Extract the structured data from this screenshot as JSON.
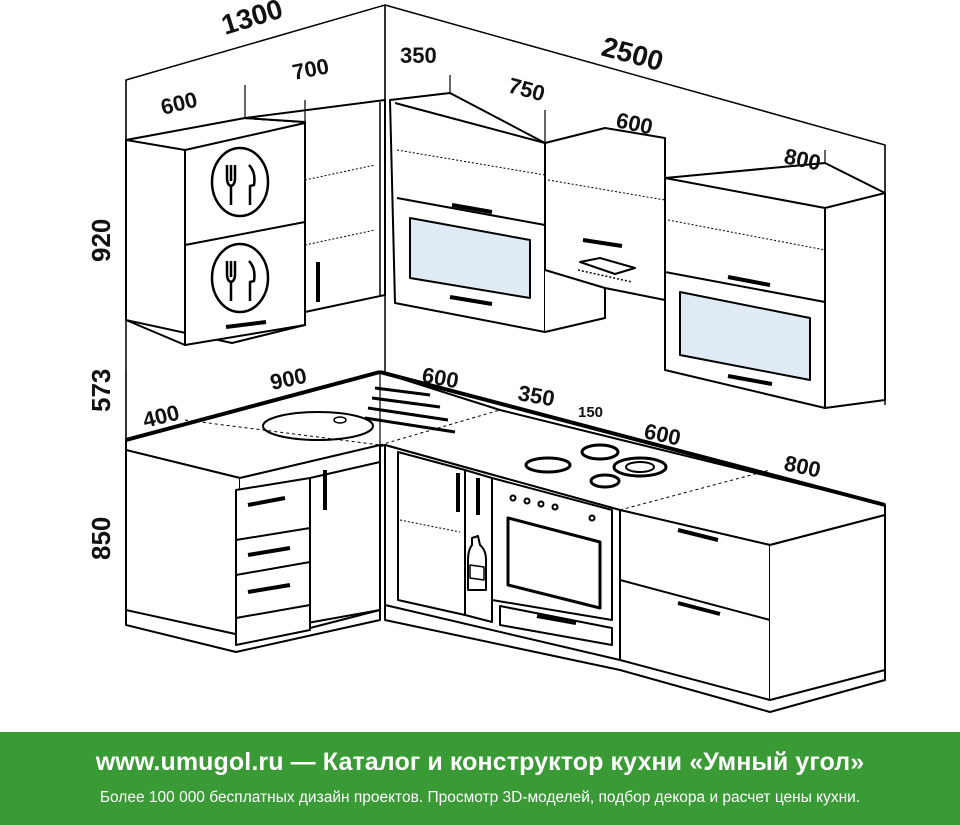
{
  "dimensions": {
    "total_left_width": "1300",
    "total_back_width": "2500",
    "upper_left_600": "600",
    "upper_left_700": "700",
    "upper_back_350": "350",
    "upper_back_750": "750",
    "upper_back_600": "600",
    "upper_back_800": "800",
    "upper_height": "920",
    "gap_height": "573",
    "base_height": "850",
    "counter_left_400": "400",
    "counter_left_900": "900",
    "counter_back_600": "600",
    "counter_back_350": "350",
    "counter_back_150": "150",
    "counter_back_600b": "600",
    "counter_back_800": "800"
  },
  "banner": {
    "site": "www.umugol.ru",
    "dash": "—",
    "title": "Каталог и конструктор кухни «Умный угол»",
    "subtitle": "Более 100 000 бесплатных дизайн проектов. Просмотр 3D-моделей, подбор декора и расчет цены кухни."
  },
  "colors": {
    "banner_bg": "#3a9a36",
    "banner_text": "#ffffff",
    "outline": "#000000",
    "glass": "#dfeaf4"
  }
}
